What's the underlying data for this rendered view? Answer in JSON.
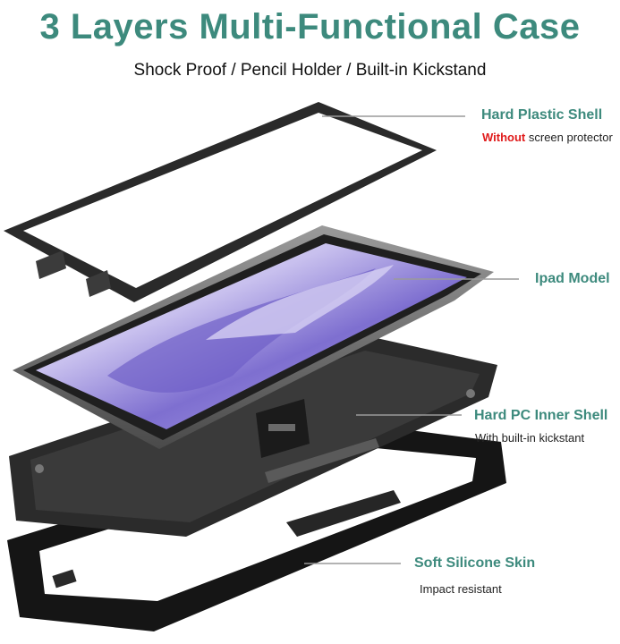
{
  "header": {
    "title": "3 Layers Multi-Functional Case",
    "subtitle": "Shock Proof / Pencil Holder / Built-in Kickstand"
  },
  "layers": [
    {
      "name": "Hard Plastic Shell",
      "desc_highlight": "Without",
      "desc_rest": " screen protector"
    },
    {
      "name": "Ipad Model",
      "desc": ""
    },
    {
      "name": "Hard PC Inner Shell",
      "desc": "With built-in kickstant"
    },
    {
      "name": "Soft Silicone Skin",
      "desc": "Impact resistant"
    }
  ],
  "colors": {
    "accent": "#3d8a7d",
    "highlight": "#e01b1b",
    "case": "#1c1c1c",
    "screen_purple": "#8c7fd6"
  }
}
